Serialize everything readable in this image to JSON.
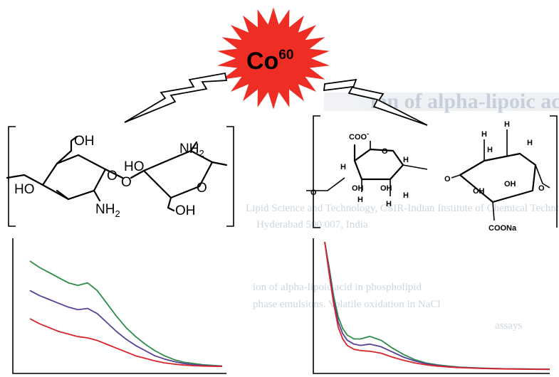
{
  "source": {
    "label": "Co",
    "superscript": "60",
    "colors": {
      "burst": "#ee2d24",
      "text": "#000000"
    }
  },
  "background_text": [
    "ion of alpha-lipoic acid in porcine ...",
    "Lipid Science and Technology, CSIR-Indian Institute of Chemical Technology",
    "Hyderabad 500 007, India",
    "ion of alpha-lipoic acid in phospholipid",
    "phase emulsions. Volatile oxidation in NaCl",
    "assays"
  ],
  "chitosan": {
    "labels": {
      "oh_top": "OH",
      "ho_left": "HO",
      "nh2_bottom": "NH",
      "nh2_bottom_sub": "2",
      "o_ring1": "O",
      "o_link": "O",
      "ho_ring2": "HO",
      "nh2_top": "NH",
      "nh2_top_sub": "2",
      "o_ring2": "O",
      "oh_bottom": "OH"
    }
  },
  "alginate": {
    "labels": {
      "coo": "COO",
      "coo_charge": "-",
      "o_ring1": "O",
      "h1": "H",
      "oh1": "OH",
      "oh2": "OH",
      "h2": "H",
      "h3": "H",
      "h4": "H",
      "h5": "H",
      "o_link": "O",
      "h6": "H",
      "h7": "H",
      "h8": "H",
      "h9": "H",
      "oh3": "OH",
      "oh4": "OH",
      "o_ring2": "O",
      "o_left": "O",
      "coona": "COONa"
    }
  },
  "chart_data": [
    {
      "type": "line",
      "title": "",
      "xlabel": "",
      "ylabel": "",
      "x": [
        0,
        0.05,
        0.1,
        0.15,
        0.2,
        0.25,
        0.3,
        0.35,
        0.4,
        0.45,
        0.5,
        0.55,
        0.6,
        0.65,
        0.7,
        0.75,
        0.8,
        0.85,
        0.9,
        0.95,
        1.0
      ],
      "series": [
        {
          "color": "#2e8b4a",
          "values": [
            0.85,
            0.8,
            0.76,
            0.72,
            0.68,
            0.66,
            0.68,
            0.62,
            0.52,
            0.42,
            0.33,
            0.26,
            0.2,
            0.15,
            0.11,
            0.08,
            0.06,
            0.05,
            0.04,
            0.035,
            0.03
          ]
        },
        {
          "color": "#5a3f97",
          "values": [
            0.62,
            0.58,
            0.55,
            0.52,
            0.49,
            0.47,
            0.48,
            0.44,
            0.37,
            0.3,
            0.24,
            0.19,
            0.15,
            0.11,
            0.085,
            0.065,
            0.05,
            0.04,
            0.035,
            0.03,
            0.03
          ]
        },
        {
          "color": "#d8242a",
          "values": [
            0.4,
            0.36,
            0.33,
            0.3,
            0.28,
            0.26,
            0.25,
            0.23,
            0.2,
            0.17,
            0.14,
            0.11,
            0.09,
            0.07,
            0.055,
            0.045,
            0.038,
            0.033,
            0.03,
            0.028,
            0.027
          ]
        }
      ]
    },
    {
      "type": "line",
      "title": "",
      "xlabel": "",
      "ylabel": "",
      "x": [
        0,
        0.02,
        0.04,
        0.06,
        0.08,
        0.1,
        0.13,
        0.16,
        0.2,
        0.25,
        0.3,
        0.35,
        0.4,
        0.45,
        0.5,
        0.55,
        0.6,
        0.7,
        0.8,
        0.9,
        1.0
      ],
      "series": [
        {
          "color": "#2e8b4a",
          "values": [
            1.0,
            0.8,
            0.58,
            0.42,
            0.33,
            0.28,
            0.25,
            0.25,
            0.27,
            0.24,
            0.18,
            0.13,
            0.09,
            0.065,
            0.05,
            0.04,
            0.032,
            0.025,
            0.02,
            0.018,
            0.016
          ]
        },
        {
          "color": "#5a3f97",
          "values": [
            1.0,
            0.78,
            0.55,
            0.38,
            0.29,
            0.24,
            0.21,
            0.2,
            0.21,
            0.19,
            0.15,
            0.11,
            0.08,
            0.058,
            0.045,
            0.036,
            0.03,
            0.023,
            0.019,
            0.017,
            0.016
          ]
        },
        {
          "color": "#d8242a",
          "values": [
            1.0,
            0.75,
            0.52,
            0.34,
            0.25,
            0.2,
            0.17,
            0.16,
            0.155,
            0.14,
            0.11,
            0.085,
            0.065,
            0.05,
            0.04,
            0.033,
            0.028,
            0.022,
            0.018,
            0.016,
            0.015
          ]
        }
      ]
    }
  ]
}
